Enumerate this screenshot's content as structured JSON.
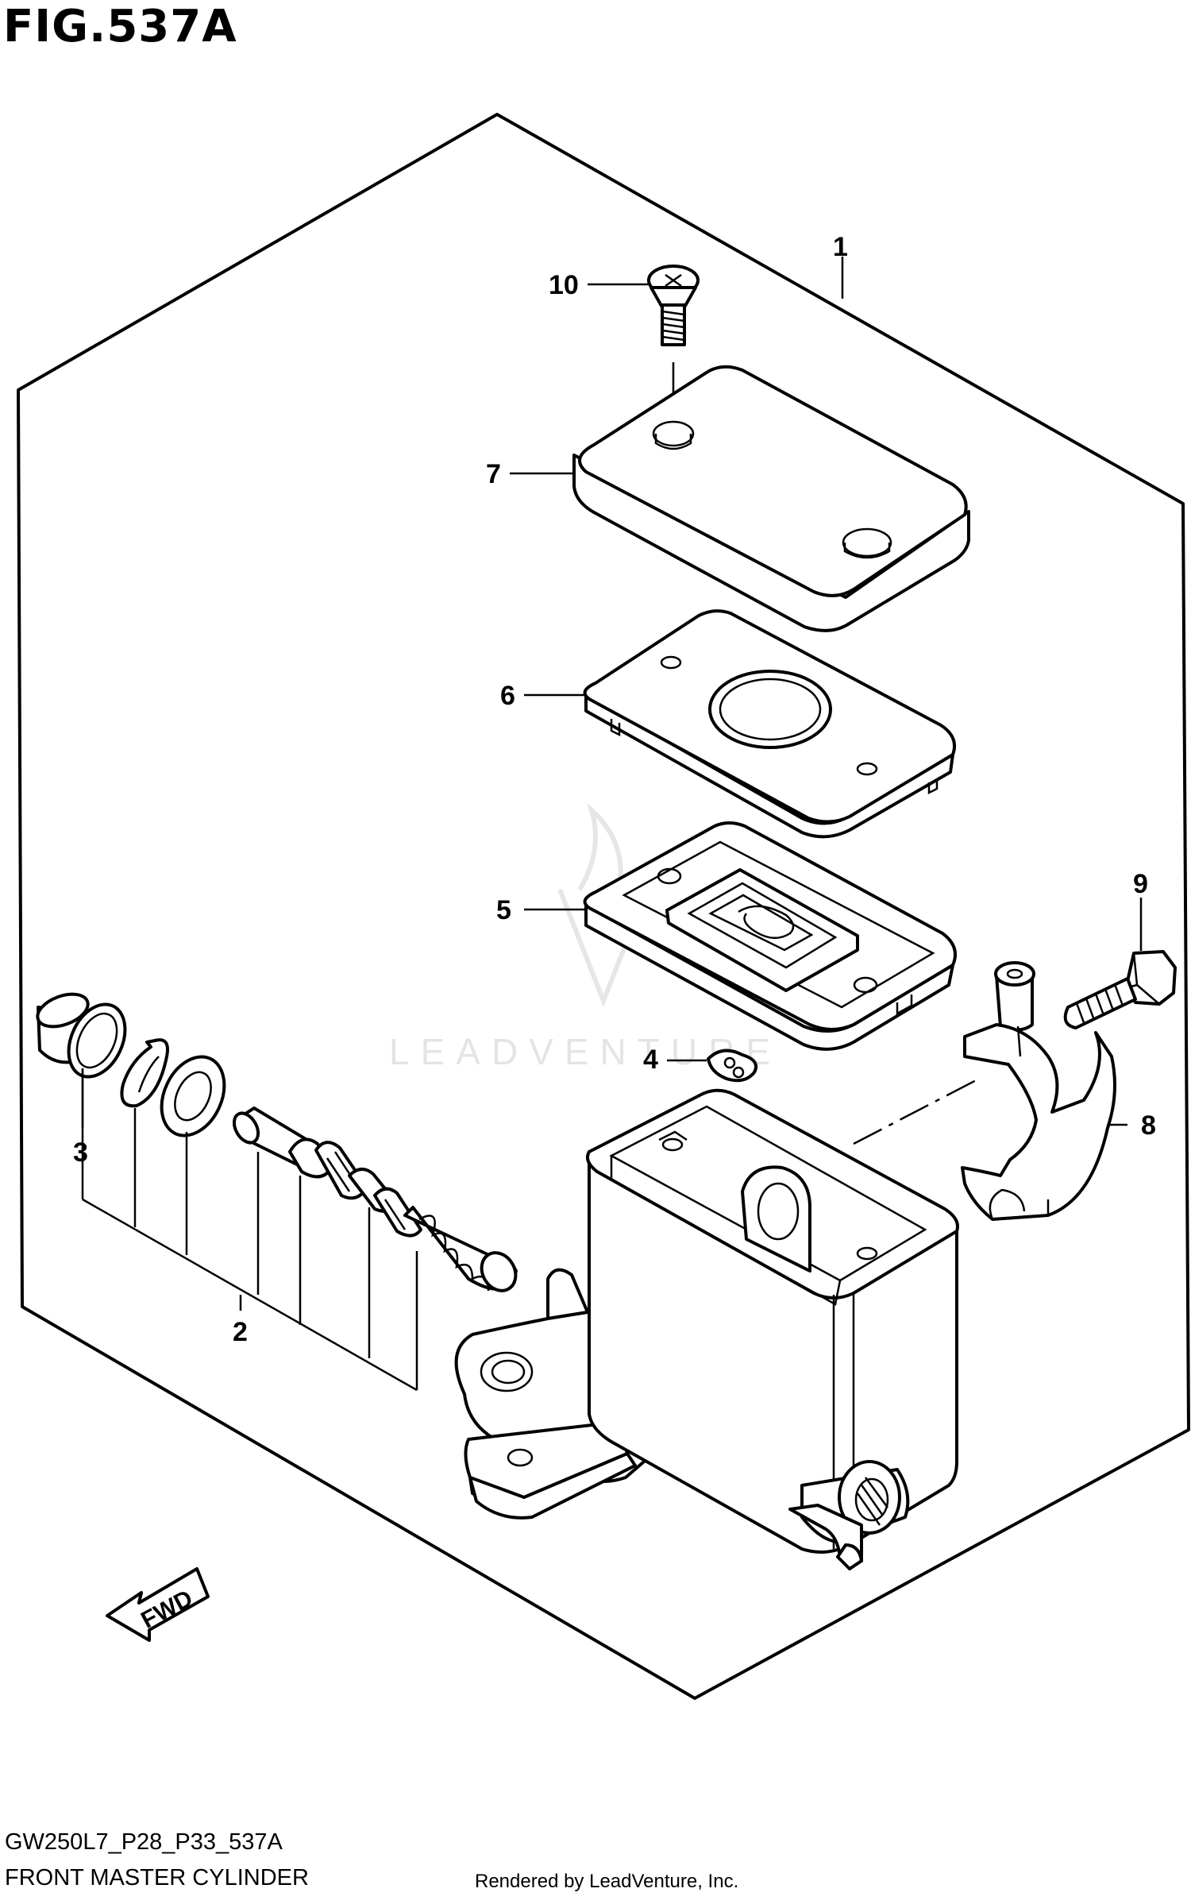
{
  "figure": {
    "title": "FIG.537A",
    "code": "GW250L7_P28_P33_537A",
    "name": "FRONT MASTER CYLINDER",
    "rendered_by": "Rendered by LeadVenture, Inc.",
    "watermark": "LEADVENTURE"
  },
  "callouts": [
    "1",
    "2",
    "3",
    "4",
    "5",
    "6",
    "7",
    "8",
    "9",
    "10"
  ],
  "fwd_label": "FWD"
}
